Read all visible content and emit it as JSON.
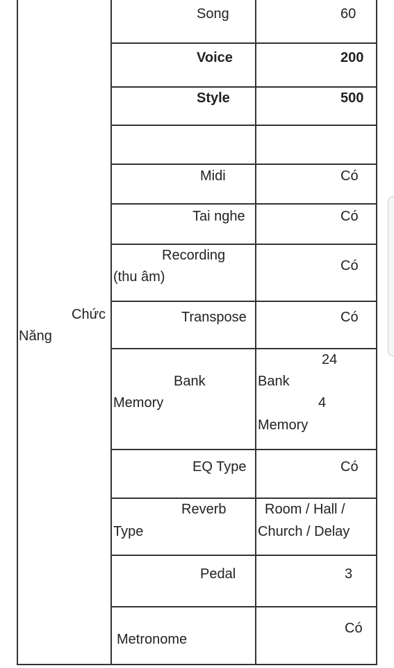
{
  "table": {
    "group_label": [
      "Chức",
      "Năng"
    ],
    "rows": [
      {
        "feature": [
          "Song"
        ],
        "value": [
          "60"
        ],
        "bold": false
      },
      {
        "feature": [
          "Voice"
        ],
        "value": [
          "200"
        ],
        "bold": true
      },
      {
        "feature": [
          "Style"
        ],
        "value": [
          "500"
        ],
        "bold": true
      },
      {
        "feature": [
          ""
        ],
        "value": [
          ""
        ],
        "bold": false
      },
      {
        "feature": [
          "Midi"
        ],
        "value": [
          "Có"
        ],
        "bold": false
      },
      {
        "feature": [
          "Tai nghe"
        ],
        "value": [
          "Có"
        ],
        "bold": false
      },
      {
        "feature": [
          "Recording",
          "(thu âm)"
        ],
        "value": [
          "Có"
        ],
        "bold": false
      },
      {
        "feature": [
          "Transpose"
        ],
        "value": [
          "Có"
        ],
        "bold": false
      },
      {
        "feature": [
          "Bank",
          "Memory"
        ],
        "value": [
          "24",
          "Bank",
          "4",
          "Memory"
        ],
        "bold": false
      },
      {
        "feature": [
          "EQ Type"
        ],
        "value": [
          "Có"
        ],
        "bold": false
      },
      {
        "feature": [
          "Reverb",
          "Type"
        ],
        "value": [
          "Room / Hall /",
          "Church / Delay"
        ],
        "bold": false
      },
      {
        "feature": [
          "Pedal"
        ],
        "value": [
          "3"
        ],
        "bold": false
      },
      {
        "feature": [
          "Metronome"
        ],
        "value": [
          "Có"
        ],
        "bold": false
      }
    ]
  }
}
